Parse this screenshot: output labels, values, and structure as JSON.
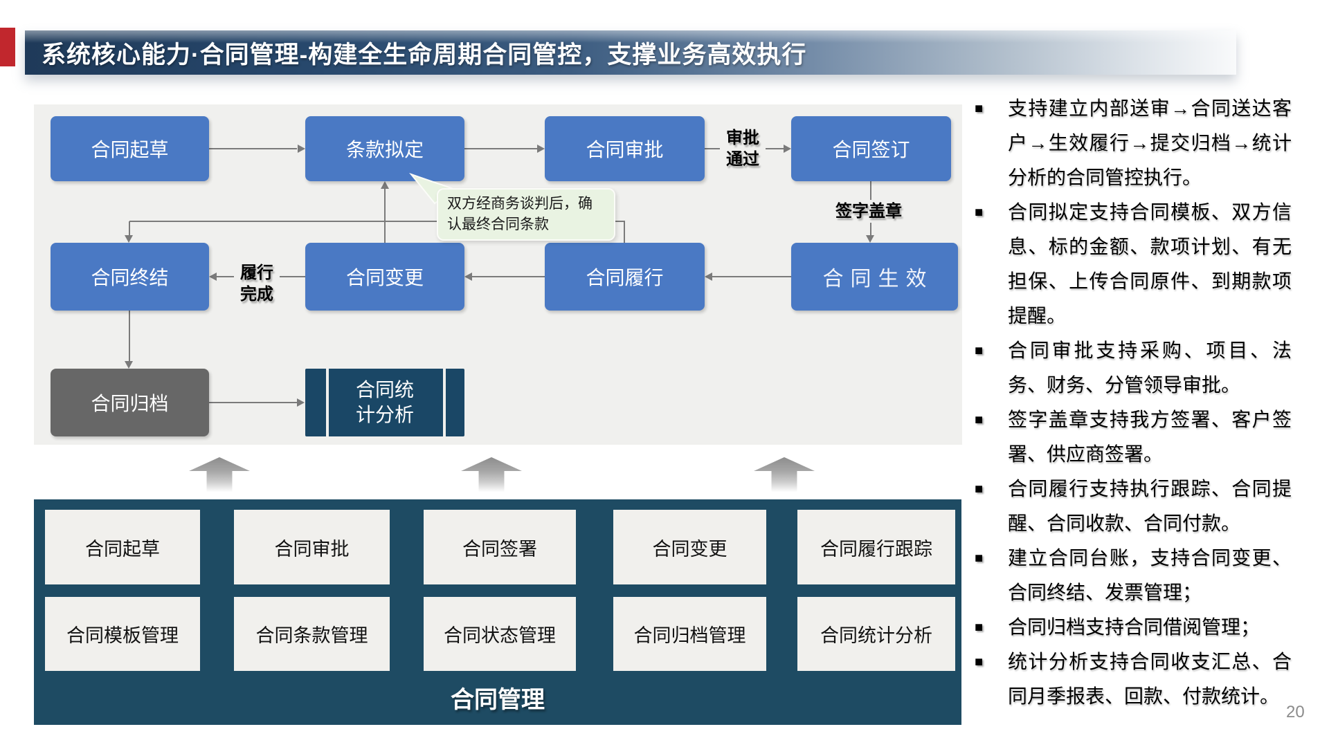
{
  "title": "系统核心能力·合同管理-构建全生命周期合同管控，支撑业务高效执行",
  "page_number": "20",
  "flow": {
    "nodes": {
      "draft": "合同起草",
      "terms": "条款拟定",
      "approval": "合同审批",
      "signing": "合同签订",
      "effective": "合同生效",
      "performing": "合同履行",
      "change": "合同变更",
      "terminate": "合同终结",
      "archive": "合同归档",
      "statistics": "合同统计分析"
    },
    "edge_labels": {
      "approved": "审批通过",
      "sign_seal": "签字盖章",
      "fulfilled": "履行完成"
    },
    "callout": "双方经商务谈判后，确认最终合同条款"
  },
  "platform": {
    "title": "合同管理",
    "row1": [
      "合同起草",
      "合同审批",
      "合同签署",
      "合同变更",
      "合同履行跟踪"
    ],
    "row2": [
      "合同模板管理",
      "合同条款管理",
      "合同状态管理",
      "合同归档管理",
      "合同统计分析"
    ]
  },
  "bullets": [
    "支持建立内部送审→合同送达客户→生效履行→提交归档→统计分析的合同管控执行。",
    "合同拟定支持合同模板、双方信息、标的金额、款项计划、有无担保、上传合同原件、到期款项提醒。",
    "合同审批支持采购、项目、法务、财务、分管领导审批。",
    "签字盖章支持我方签署、客户签署、供应商签署。",
    "合同履行支持执行跟踪、合同提醒、合同收款、合同付款。",
    "建立合同台账，支持合同变更、合同终结、发票管理；",
    "合同归档支持合同借阅管理；",
    "统计分析支持合同收支汇总、合同月季报表、回款、付款统计。"
  ],
  "icons": {
    "bullet": "■"
  },
  "colors": {
    "accent_red": "#c1272d",
    "title_navy": "#1f3a59",
    "node_blue": "#4a79c4",
    "node_gray": "#676767",
    "node_navy": "#1a4766",
    "panel_navy": "#1e4b63",
    "callout_green": "#e9f3e2",
    "connector_gray": "#7a7a7a",
    "flow_bg": "#f0f0ee"
  }
}
